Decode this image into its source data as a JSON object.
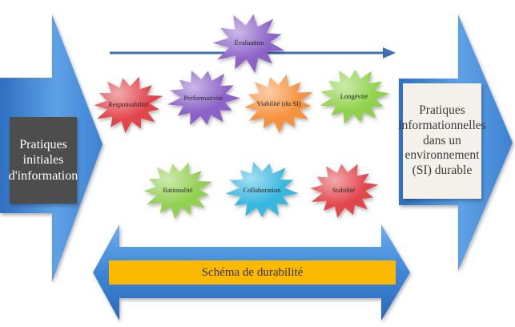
{
  "left_box": {
    "text": "Pratiques\ninitiales\nd'information"
  },
  "right_box": {
    "text": "Pratiques\ninformationnelles\ndans un\nenvironnement\n(SI) durable"
  },
  "bottom_bar": {
    "text": "Schéma de durabilité"
  },
  "stars": [
    {
      "id": "evaluation",
      "label": "Évaluation",
      "color": "#8e64c8"
    },
    {
      "id": "responsabilite",
      "label": "Responsabilité",
      "color": "#e2454c"
    },
    {
      "id": "performativite",
      "label": "Performativité",
      "color": "#8c62c8"
    },
    {
      "id": "viabilite",
      "label": "Viabilité (du SI)",
      "color": "#f6923c"
    },
    {
      "id": "longevite",
      "label": "Longévité",
      "color": "#8fd24a"
    },
    {
      "id": "rationalite",
      "label": "Rationalité",
      "color": "#92d050"
    },
    {
      "id": "collaboration",
      "label": "Collaboration",
      "color": "#38b7e0"
    },
    {
      "id": "stabilite",
      "label": "Stabilité",
      "color": "#e2454c"
    }
  ],
  "colors": {
    "arrow_blue": "#4a90d9",
    "connector_line": "#3f6fb5",
    "left_box_fill": "#4d4d4d",
    "right_box_fill": "#f4f1ea",
    "bar_fill": "#fbb900"
  }
}
